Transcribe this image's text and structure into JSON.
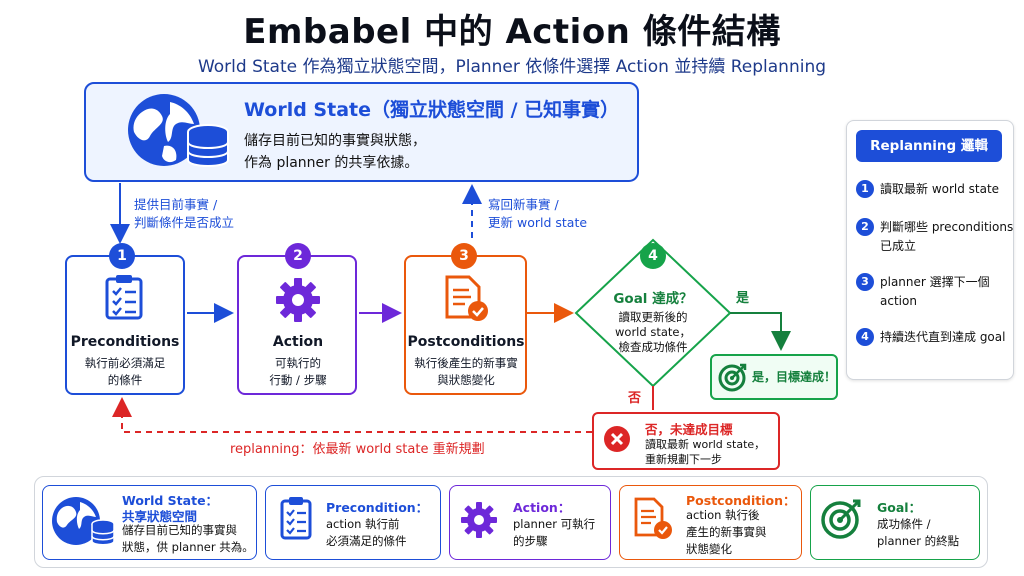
{
  "title": "Embabel 中的 Action 條件結構",
  "subtitle": "World State 作為獨立狀態空間，Planner 依條件選擇 Action 並持續 Replanning",
  "world_state": {
    "title": "World State（獨立狀態空間 / 已知事實）",
    "desc_line1": "儲存目前已知的事實與狀態，",
    "desc_line2": "作為 planner 的共享依據。"
  },
  "arrows": {
    "down_line1": "提供目前事實 /",
    "down_line2": "判斷條件是否成立",
    "up_line1": "寫回新事實 /",
    "up_line2": "更新 world state"
  },
  "steps": [
    {
      "num": "1",
      "title": "Preconditions",
      "desc1": "執行前必須滿足",
      "desc2": "的條件",
      "color": "#1d4ed8"
    },
    {
      "num": "2",
      "title": "Action",
      "desc1": "可執行的",
      "desc2": "行動 / 步驟",
      "color": "#6d28d9"
    },
    {
      "num": "3",
      "title": "Postconditions",
      "desc1": "執行後產生的新事實",
      "desc2": "與狀態變化",
      "color": "#ea580c"
    }
  ],
  "goal": {
    "num": "4",
    "title": "Goal 達成？",
    "desc1": "讀取更新後的",
    "desc2": "world state，",
    "desc3": "檢查成功條件",
    "yes_label": "是",
    "no_label": "否"
  },
  "success": {
    "text": "是，目標達成！"
  },
  "fail": {
    "title": "否，未達成目標",
    "desc1": "讀取最新 world state，",
    "desc2": "重新規劃下一步"
  },
  "replan_label": "replanning：依最新 world state 重新規劃",
  "logic": {
    "header": "Replanning 邏輯",
    "items": [
      {
        "num": "1",
        "text": "讀取最新 world state"
      },
      {
        "num": "2",
        "text": "判斷哪些 preconditions 已成立"
      },
      {
        "num": "3",
        "text": "planner 選擇下一個 action"
      },
      {
        "num": "4",
        "text": "持續迭代直到達成 goal"
      }
    ]
  },
  "legend": [
    {
      "title1": "World State：",
      "title2": "共享狀態空間",
      "desc1": "儲存目前已知的事實與",
      "desc2": "狀態，供 planner 共為。",
      "color": "#1d4ed8"
    },
    {
      "title1": "Precondition：",
      "desc1": "action 執行前",
      "desc2": "必須滿足的條件",
      "color": "#1d4ed8"
    },
    {
      "title1": "Action：",
      "desc1": "planner 可執行",
      "desc2": "的步驟",
      "color": "#6d28d9"
    },
    {
      "title1": "Postcondition：",
      "desc1": "action 執行後",
      "desc2": "產生的新事實與",
      "desc3": "狀態變化",
      "color": "#ea580c"
    },
    {
      "title1": "Goal：",
      "desc1": "成功條件 /",
      "desc2": "planner 的終點",
      "color": "#15803d"
    }
  ],
  "colors": {
    "blue": "#1d4ed8",
    "purple": "#6d28d9",
    "orange": "#ea580c",
    "green": "#16a34a",
    "red": "#dc2626"
  }
}
